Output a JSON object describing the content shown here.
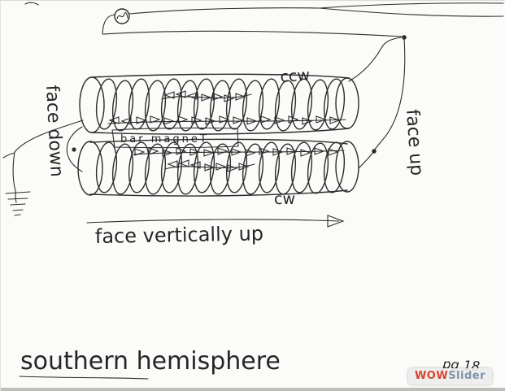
{
  "page": {
    "paper_color": "#fbfbf9",
    "ink_color": "#2c2c2c"
  },
  "labels": {
    "ccw": "ccw",
    "cw": "cw",
    "bar_magnet": "bar magneT",
    "face_down": "face down",
    "face_up": "face up",
    "face_vertically_up": "face vertically up",
    "southern_hemisphere": "southern hemisphere",
    "page_number": "pg 18"
  },
  "watermark": {
    "wow": "WOW",
    "slider": "Slider",
    "wow_color": "#d9442c",
    "slider_color": "#7e94a9"
  }
}
